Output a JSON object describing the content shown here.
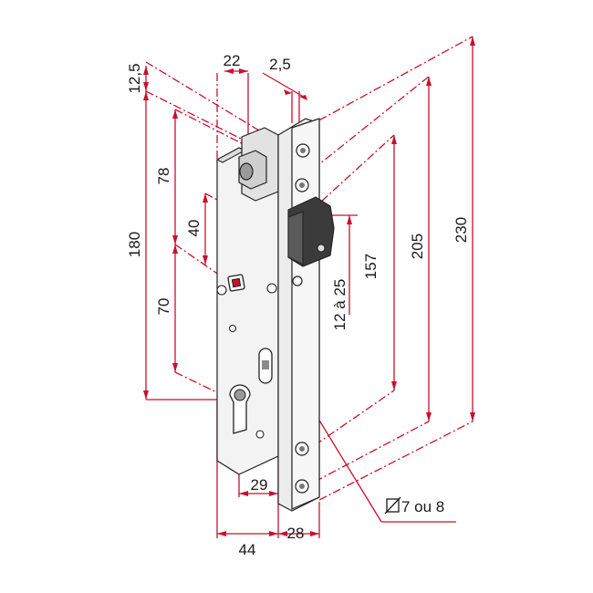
{
  "dimensions": {
    "d12_5": "12,5",
    "d22": "22",
    "d2_5": "2,5",
    "d78": "78",
    "d40": "40",
    "d180": "180",
    "d70": "70",
    "d230": "230",
    "d205": "205",
    "d157": "157",
    "d12a25": "12 à 25",
    "d29": "29",
    "d44": "44",
    "d28": "28",
    "hole": "7 ou 8"
  },
  "colors": {
    "dimension_lines": "#c8102e",
    "body": "#f2f2f2",
    "faceplate": "#ebebeb",
    "latch": "#3b3b3b",
    "outline": "#222222"
  }
}
